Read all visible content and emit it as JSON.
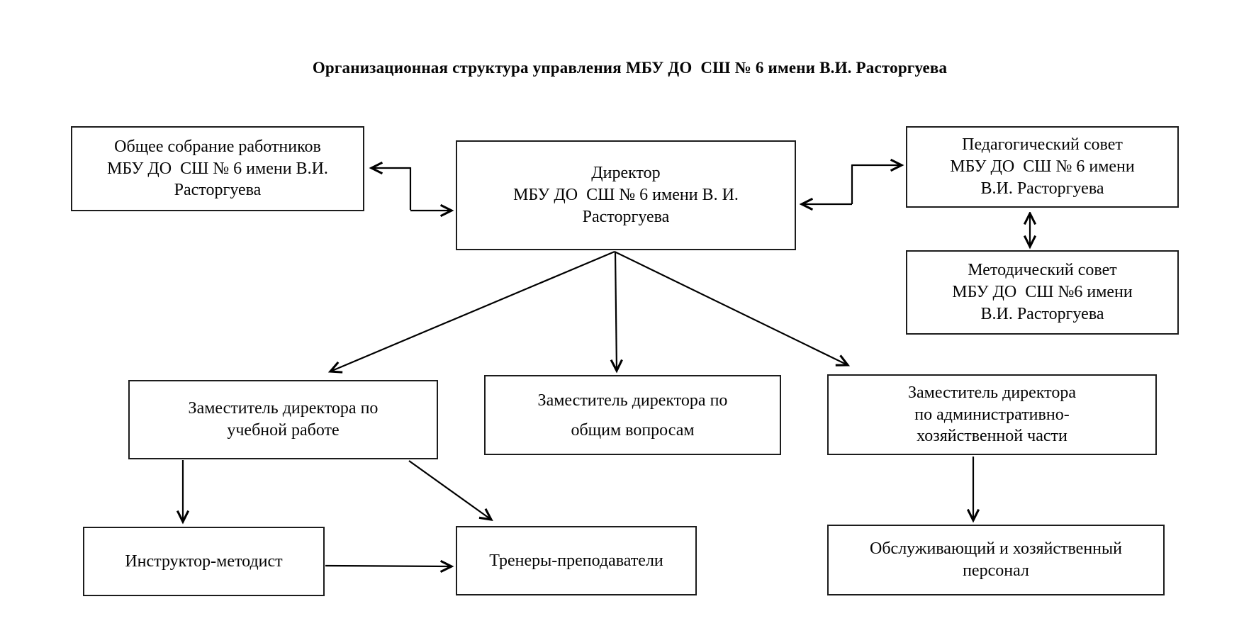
{
  "title": "Организационная структура управления МБУ ДО  СШ № 6 имени В.И. Расторгуева",
  "boxes": {
    "assembly": {
      "lines": [
        "Общее собрание работников",
        "МБУ ДО  СШ № 6 имени В.И.",
        "Расторгуева"
      ]
    },
    "director": {
      "lines": [
        "Директор",
        "МБУ ДО  СШ № 6 имени В. И.",
        "Расторгуева"
      ]
    },
    "pedagogical_council": {
      "lines": [
        "Педагогический совет",
        "МБУ ДО  СШ № 6 имени",
        "В.И. Расторгуева"
      ]
    },
    "methodical_council": {
      "lines": [
        "Методический совет",
        "МБУ ДО  СШ №6 имени",
        "В.И. Расторгуева"
      ]
    },
    "deputy_academic": {
      "lines": [
        "Заместитель директора по",
        "учебной работе"
      ]
    },
    "deputy_general": {
      "lines": [
        "Заместитель директора по",
        "общим вопросам"
      ]
    },
    "deputy_admin": {
      "lines": [
        "Заместитель директора",
        "по административно-",
        "хозяйственной части"
      ]
    },
    "instructor": {
      "lines": [
        "Инструктор-методист"
      ]
    },
    "trainers": {
      "lines": [
        "Тренеры-преподаватели"
      ]
    },
    "staff": {
      "lines": [
        "Обслуживающий и хозяйственный",
        "персонал"
      ]
    }
  },
  "colors": {
    "background": "#ffffff",
    "border": "#1c1c1c",
    "line": "#000000",
    "text": "#050505"
  }
}
